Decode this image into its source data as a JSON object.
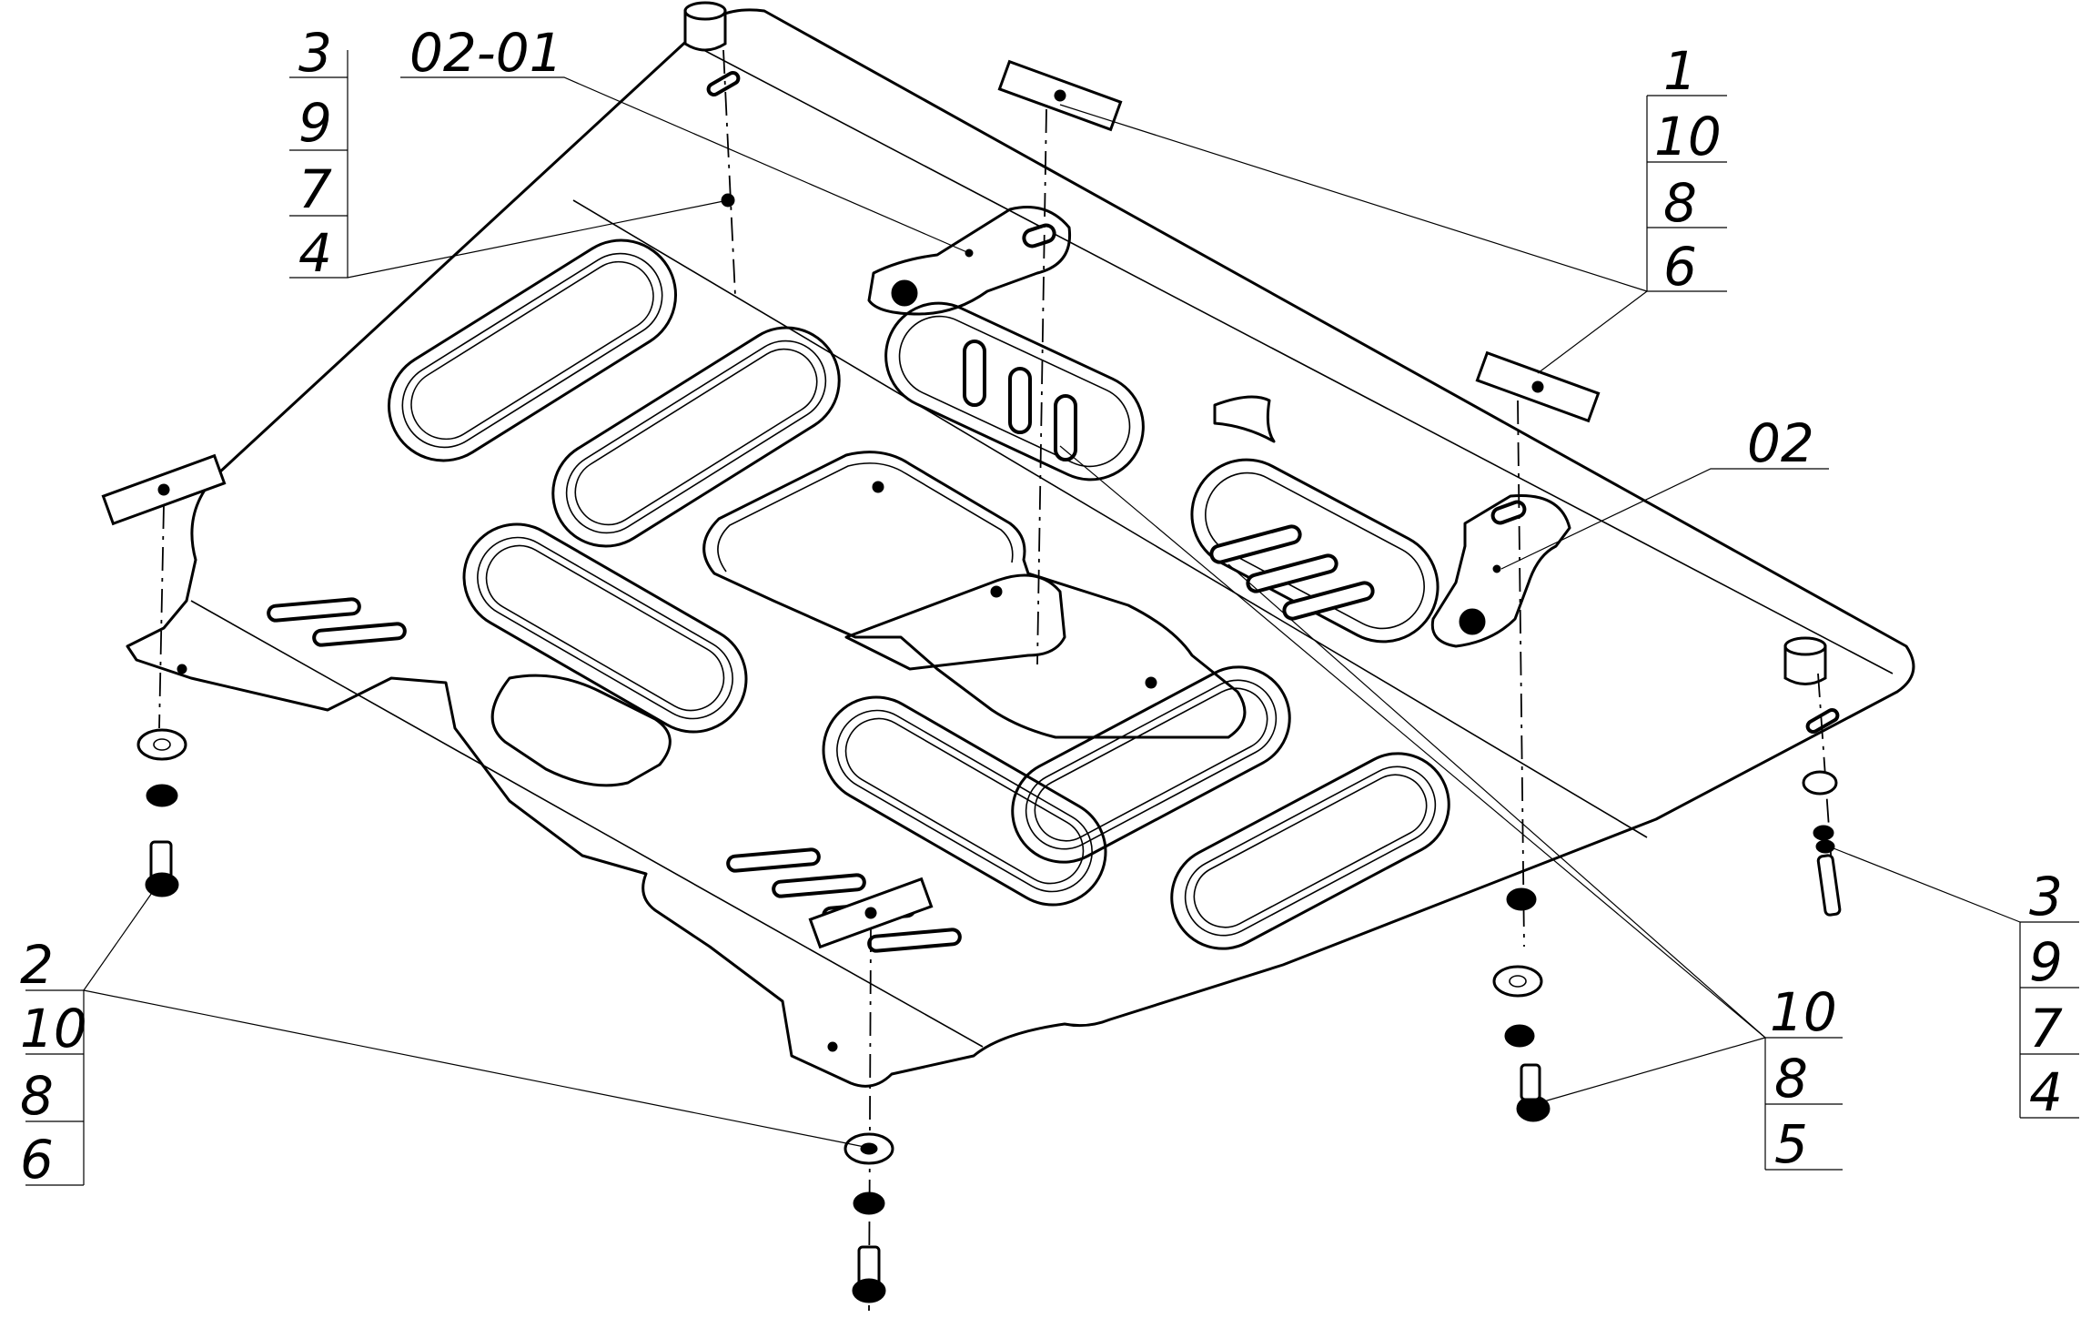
{
  "labels": {
    "callout_top_left": [
      "3",
      "9",
      "7",
      "4"
    ],
    "callout_part_02_01": "02-01",
    "callout_top_right": [
      "1",
      "10",
      "8",
      "6"
    ],
    "callout_part_02": "02",
    "callout_bottom_left": [
      "2",
      "10",
      "8",
      "6"
    ],
    "callout_bottom_center": [
      "10",
      "8",
      "5"
    ],
    "callout_right": [
      "3",
      "9",
      "7",
      "4"
    ]
  }
}
